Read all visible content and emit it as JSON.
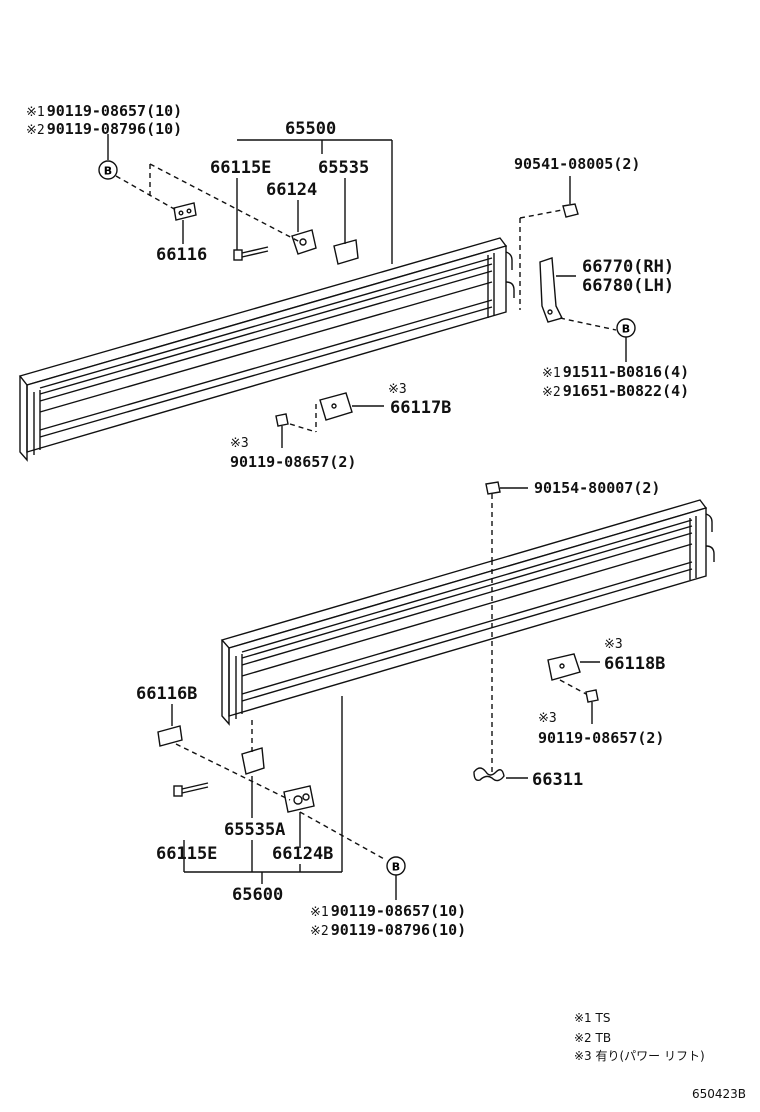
{
  "parts": {
    "p65500": "65500",
    "p66115E": "66115E",
    "p65535": "65535",
    "p66124": "66124",
    "p66116": "66116",
    "p90541": "90541-08005(2)",
    "p66770": "66770(RH)",
    "p66780": "66780(LH)",
    "p91511": "91511-B0816(4)",
    "p91651": "91651-B0822(4)",
    "p66117B": "66117B",
    "p90119_2a": "90119-08657(2)",
    "p90154": "90154-80007(2)",
    "p66118B": "66118B",
    "p90119_2b": "90119-08657(2)",
    "p66311": "66311",
    "p66116B": "66116B",
    "p65535A": "65535A",
    "p66115E_b": "66115E",
    "p66124B": "66124B",
    "p65600": "65600"
  },
  "notes": {
    "top_1": "90119-08657(10)",
    "top_2": "90119-08796(10)",
    "bottom_1": "90119-08657(10)",
    "bottom_2": "90119-08796(10)",
    "mark1": "※1",
    "mark2": "※2",
    "mark3": "※3"
  },
  "callout": "B",
  "legend": {
    "line1": "※1 TS",
    "line2": "※2 TB",
    "line3": "※3 有り(パワー リフト)"
  },
  "reference": "650423B"
}
